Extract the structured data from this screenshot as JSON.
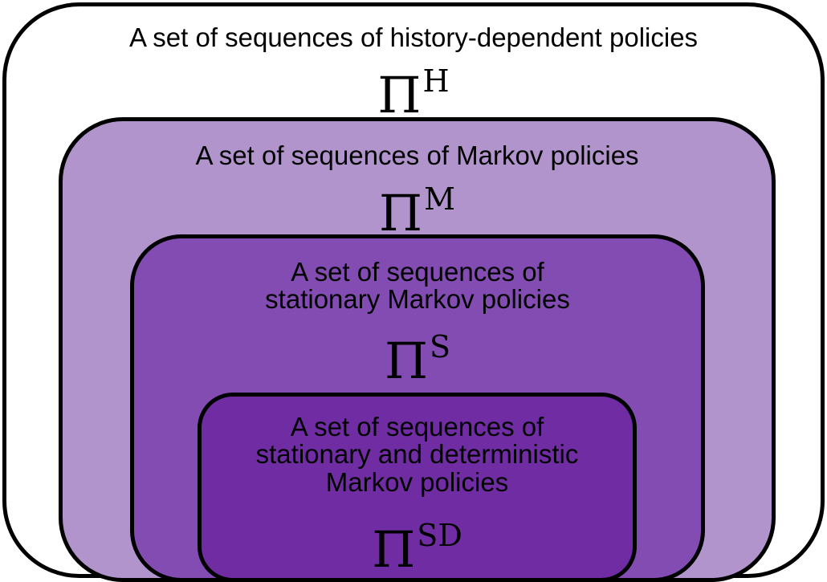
{
  "sets": {
    "history": {
      "label": "A set of sequences of history-dependent policies",
      "symbol": "Π",
      "superscript": "H",
      "fill": "#ffffff"
    },
    "markov": {
      "label": "A set of sequences of Markov policies",
      "symbol": "Π",
      "superscript": "M",
      "fill": "#b294cd"
    },
    "stationary": {
      "label": "A set of sequences of\nstationary Markov policies",
      "symbol": "Π",
      "superscript": "S",
      "fill": "#834cb2"
    },
    "stationary_deterministic": {
      "label": "A set of sequences of\nstationary and deterministic\nMarkov policies",
      "symbol": "Π",
      "superscript": "SD",
      "fill": "#702ca2"
    }
  }
}
